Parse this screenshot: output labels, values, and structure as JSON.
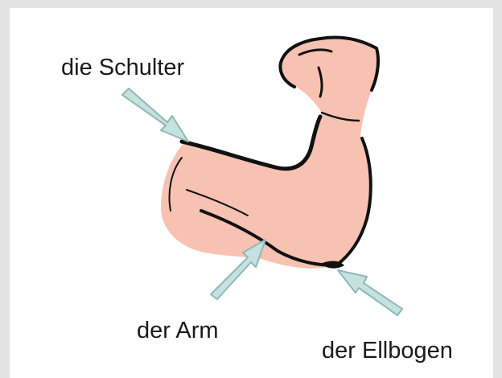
{
  "labels": {
    "shoulder": "die Schulter",
    "arm": "der Arm",
    "elbow": "der Ellbogen"
  },
  "colors": {
    "skin": "#f7c2b2",
    "outline": "#111111",
    "arrow_fill": "#c6e2e0",
    "arrow_stroke": "#8fb8b6",
    "panel": "#ffffff",
    "frame": "#e3e3e3"
  }
}
